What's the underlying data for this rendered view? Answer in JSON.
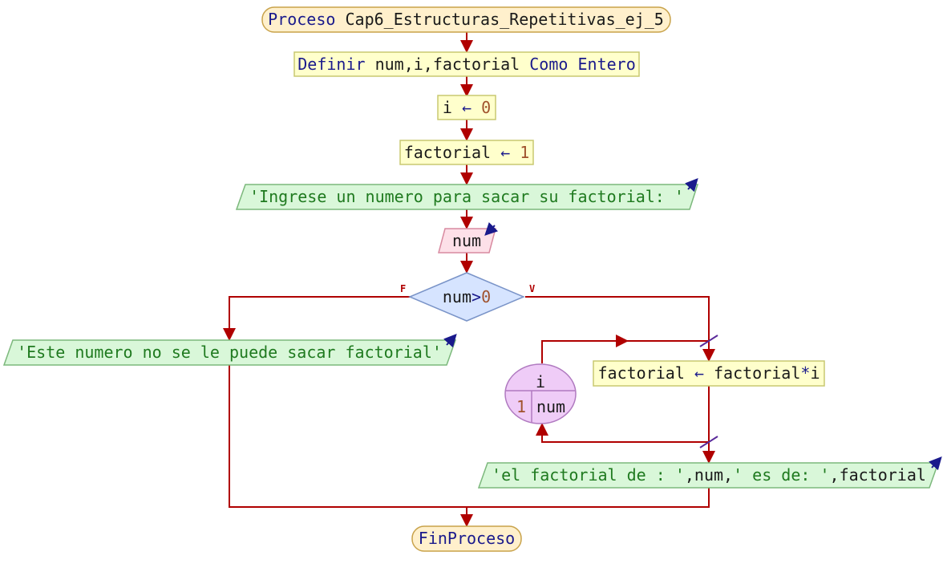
{
  "start": {
    "keyword": "Proceso",
    "name": "Cap6_Estructuras_Repetitivas_ej_5"
  },
  "define": {
    "kw1": "Definir",
    "vars": "num,i,factorial",
    "kw2": "Como",
    "type": "Entero"
  },
  "assign_i": {
    "var": "i",
    "arrow": "←",
    "value": "0"
  },
  "assign_factorial": {
    "var": "factorial",
    "arrow": "←",
    "value": "1"
  },
  "output_prompt": {
    "text": "'Ingrese un numero para sacar su factorial: '"
  },
  "input_num": {
    "var": "num"
  },
  "decision": {
    "left": "num",
    "op": ">",
    "right": "0",
    "false_label": "F",
    "true_label": "V"
  },
  "output_error": {
    "text": "'Este numero no se le puede sacar factorial'"
  },
  "loop": {
    "var": "i",
    "from": "1",
    "to": "num"
  },
  "loop_body": {
    "var": "factorial",
    "arrow": "←",
    "expr_a": "factorial",
    "op": "*",
    "expr_b": "i"
  },
  "output_result": {
    "s1": "'el factorial de : '",
    "c1": ",",
    "v1": "num",
    "c2": ",",
    "s2": "' es de: '",
    "c3": ",",
    "v2": "factorial"
  },
  "end": {
    "keyword": "FinProceso"
  },
  "colors": {
    "line": "#b00000",
    "process_fill": "#ffffcc",
    "io_fill": "#d9f7d9",
    "input_fill": "#fde0e8",
    "decision_fill": "#d6e4ff",
    "terminal_fill": "#fff0cc",
    "loop_fill": "#efccf7"
  }
}
